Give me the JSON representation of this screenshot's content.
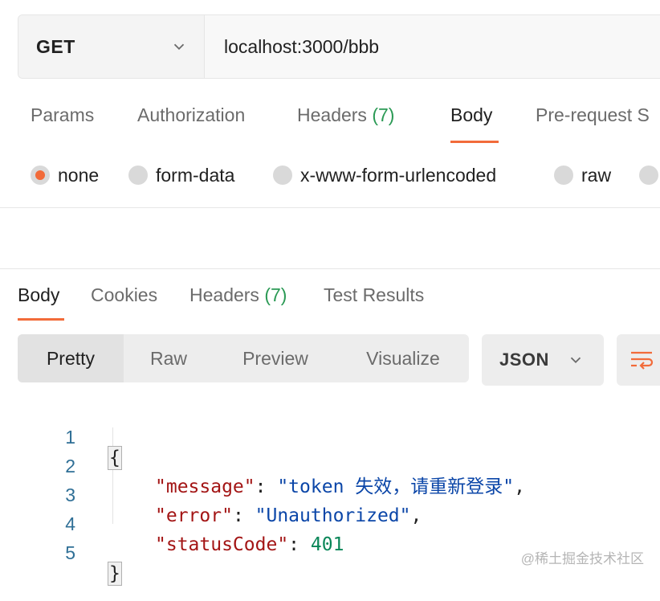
{
  "request": {
    "method": "GET",
    "url": "localhost:3000/bbb"
  },
  "request_tabs": [
    {
      "label": "Params"
    },
    {
      "label": "Authorization"
    },
    {
      "label": "Headers",
      "count": "(7)"
    },
    {
      "label": "Body",
      "active": true
    },
    {
      "label": "Pre-request S"
    }
  ],
  "body_types": [
    {
      "label": "none",
      "checked": true
    },
    {
      "label": "form-data"
    },
    {
      "label": "x-www-form-urlencoded"
    },
    {
      "label": "raw"
    }
  ],
  "response_tabs": [
    {
      "label": "Body",
      "active": true
    },
    {
      "label": "Cookies"
    },
    {
      "label": "Headers",
      "count": "(7)"
    },
    {
      "label": "Test Results"
    }
  ],
  "view_modes": [
    "Pretty",
    "Raw",
    "Preview",
    "Visualize"
  ],
  "active_view_mode": "Pretty",
  "format": "JSON",
  "code": {
    "line_numbers": [
      "1",
      "2",
      "3",
      "4",
      "5"
    ],
    "open_brace": "{",
    "close_brace": "}",
    "fields": [
      {
        "key": "\"message\"",
        "value": "\"token 失效，请重新登录\"",
        "value_type": "string",
        "trailing": ","
      },
      {
        "key": "\"error\"",
        "value": "\"Unauthorized\"",
        "value_type": "string",
        "trailing": ","
      },
      {
        "key": "\"statusCode\"",
        "value": "401",
        "value_type": "number",
        "trailing": ""
      }
    ]
  },
  "watermark": "@稀土掘金技术社区",
  "colors": {
    "accent": "#f26b3a",
    "count_green": "#2b9a55",
    "json_key": "#a31515",
    "json_string": "#0b46a8",
    "json_number": "#098658",
    "line_number": "#2f6f96"
  }
}
